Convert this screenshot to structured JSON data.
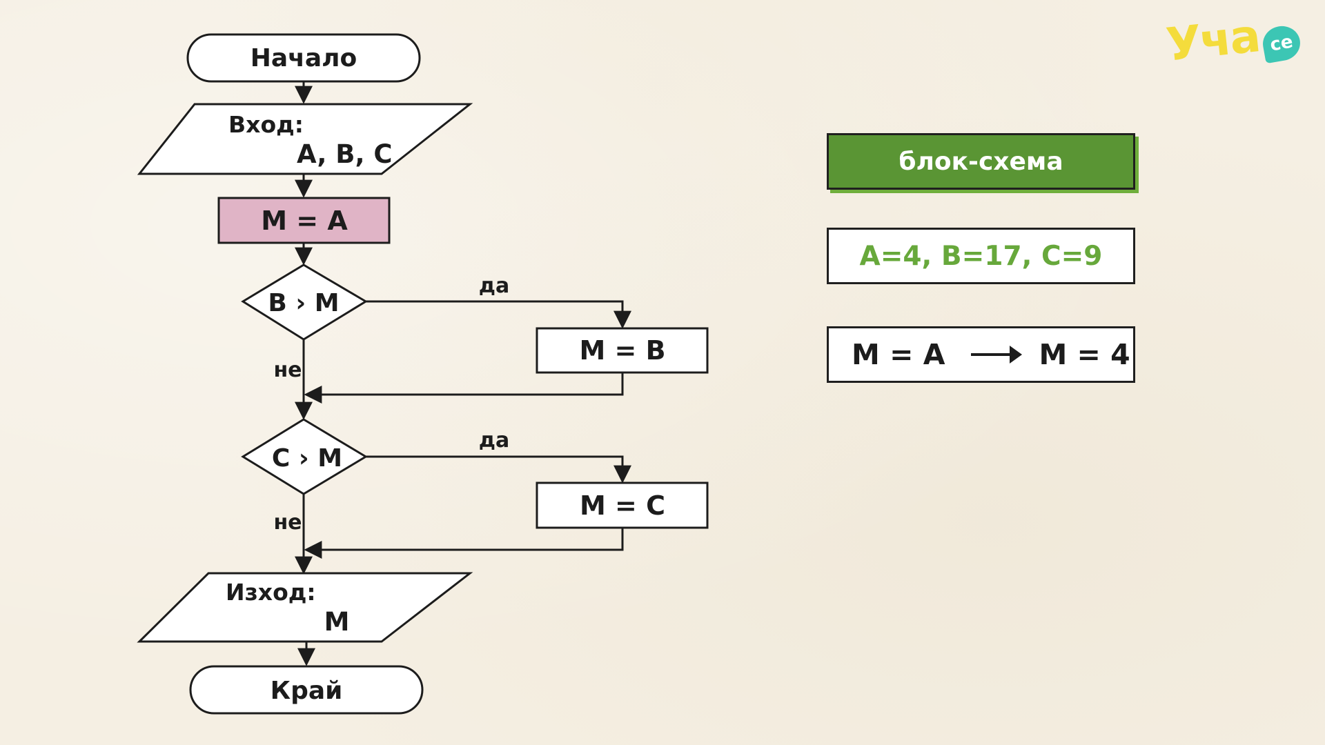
{
  "flowchart": {
    "start": "Начало",
    "input_label": "Вход:",
    "input_vars": "A, B, C",
    "assign_initial": "M = A",
    "condition_1": "B › M",
    "yes_label_1": "да",
    "no_label_1": "не",
    "assign_b": "M = B",
    "condition_2": "C › M",
    "yes_label_2": "да",
    "no_label_2": "не",
    "assign_c": "M = C",
    "output_label": "Изход:",
    "output_var": "M",
    "end": "Край"
  },
  "panel": {
    "title": "блок-схема",
    "values": "A=4, B=17, C=9",
    "step_left": "M = A",
    "step_right": "M = 4"
  },
  "logo": {
    "text": "Уча",
    "badge": "се"
  },
  "colors": {
    "background": "#f5efe3",
    "highlight_block": "#e0b4c6",
    "title_green": "#5a9534",
    "values_green": "#67a83b",
    "logo_yellow": "#f4dc3c",
    "logo_teal": "#3cc6b4"
  }
}
